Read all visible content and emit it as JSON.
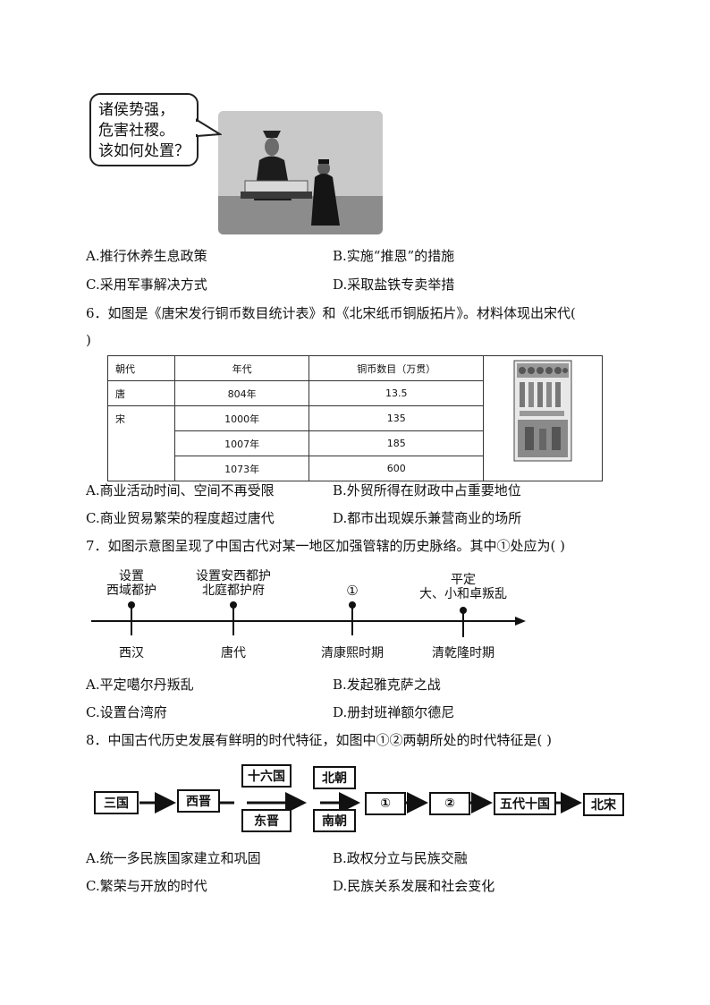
{
  "q5": {
    "bubble": [
      "诸侯势强，",
      "危害社稷。",
      "该如何处置？"
    ],
    "options": {
      "A": "A.推行休养生息政策",
      "B": "B.实施“推恩”的措施",
      "C": "C.采用军事解决方式",
      "D": "D.采取盐铁专卖举措"
    }
  },
  "q6": {
    "stem_line1": "6．如图是《唐宋发行铜币数目统计表》和《北宋纸币铜版拓片》。材料体现出宋代(",
    "stem_line2": ")",
    "table": {
      "headers": [
        "朝代",
        "年代",
        "铜币数目（万贯）"
      ],
      "tang": {
        "dynasty": "唐",
        "year": "804年",
        "count": "13.5"
      },
      "song": {
        "dynasty": "宋",
        "rows": [
          {
            "year": "1000年",
            "count": "135"
          },
          {
            "year": "1007年",
            "count": "185"
          },
          {
            "year": "1073年",
            "count": "600"
          }
        ]
      }
    },
    "options": {
      "A": "A.商业活动时间、空间不再受限",
      "B": "B.外贸所得在财政中占重要地位",
      "C": "C.商业贸易繁荣的程度超过唐代",
      "D": "D.都市出现娱乐兼营商业的场所"
    }
  },
  "q7": {
    "stem": "7．如图示意图呈现了中国古代对某一地区加强管辖的历史脉络。其中①处应为(     )",
    "timeline": {
      "top": [
        [
          "设置",
          "西域都护"
        ],
        [
          "设置安西都护",
          "北庭都护府"
        ],
        [
          "①"
        ],
        [
          "平定",
          "大、小和卓叛乱"
        ]
      ],
      "bottom": [
        "西汉",
        "唐代",
        "清康熙时期",
        "清乾隆时期"
      ]
    },
    "options": {
      "A": "A.平定噶尔丹叛乱",
      "B": "B.发起雅克萨之战",
      "C": "C.设置台湾府",
      "D": "D.册封班禅额尔德尼"
    }
  },
  "q8": {
    "stem": "8．中国古代历史发展有鲜明的时代特征，如图中①②两朝所处的时代特征是(     )",
    "flow": {
      "sanguo": "三国",
      "xijin": "西晋",
      "shiliuguo": "十六国",
      "dongjin": "东晋",
      "beichao": "北朝",
      "nanchao": "南朝",
      "one": "①",
      "two": "②",
      "wudai": "五代十国",
      "beisong": "北宋"
    },
    "options": {
      "A": "A.统一多民族国家建立和巩固",
      "B": "B.政权分立与民族交融",
      "C": "C.繁荣与开放的时代",
      "D": "D.民族关系发展和社会变化"
    }
  }
}
